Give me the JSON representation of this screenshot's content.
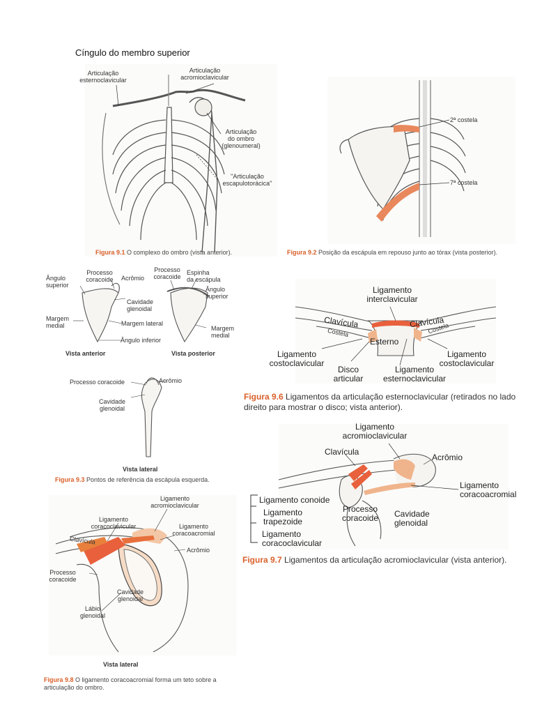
{
  "page_title": "Cíngulo do membro superior",
  "fig91": {
    "labels": {
      "art_esterno": "Articulação\nesternoclavicular",
      "art_acromio": "Articulação\nacromioclavicular",
      "art_ombro": "Articulação\ndo ombro\n(glenoumeral)",
      "art_escapulo": "\"Articulação\nescapulotorácica\""
    },
    "caption_num": "Figura 9.1",
    "caption_text": " O complexo do ombro (vista anterior)."
  },
  "fig92": {
    "labels": {
      "costela2": "2ª costela",
      "costela7": "7ª costela"
    },
    "caption_num": "Figura 9.2",
    "caption_text": " Posição da escápula em repouso junto ao tórax (vista posterior)."
  },
  "fig93": {
    "labels": {
      "angulo_superior": "Ângulo\nsuperior",
      "processo_coracoide": "Processo\ncoracoide",
      "acromio": "Acrômio",
      "processo_coracoide_2": "Processo\ncoracoide",
      "espinha": "Espinha\nda escápula",
      "angulo_superior_2": "Ângulo\nsuperior",
      "cavidade_glenoidal": "Cavidade\nglenoidal",
      "margem_medial": "Margem\nmedial",
      "margem_lateral": "Margem lateral",
      "margem_medial_2": "Margem\nmedial",
      "angulo_inferior": "Ângulo inferior",
      "vista_anterior": "Vista anterior",
      "vista_posterior": "Vista posterior",
      "processo_coracoide_lat": "Processo coracoide",
      "acromio_lat": "Acrômio",
      "cavidade_lat": "Cavidade\nglenoidal",
      "vista_lateral": "Vista lateral"
    },
    "caption_num": "Figura 9.3",
    "caption_text": " Pontos de referência da escápula esquerda."
  },
  "fig96": {
    "labels": {
      "lig_inter": "Ligamento\ninterclavicular",
      "clavicula_l": "Clavícula",
      "clavicula_r": "Clavícula",
      "costela_l": "Costela",
      "costela_r": "Costela",
      "esterno": "Esterno",
      "lig_costo_l": "Ligamento\ncostoclavicular",
      "disco": "Disco\narticular",
      "lig_esterno": "Ligamento\nesternoclavicular",
      "lig_costo_r": "Ligamento\ncostoclavicular"
    },
    "caption_num": "Figura 9.6",
    "caption_text": " Ligamentos da articulação esternoclavicular (retirados no lado direito para mostrar o disco; vista anterior)."
  },
  "fig97": {
    "labels": {
      "lig_acromio": "Ligamento\nacromioclavicular",
      "clavicula": "Clavícula",
      "acromio": "Acrômio",
      "lig_coracoacromial": "Ligamento\ncoracoacromial",
      "lig_conoide": "Ligamento conoide",
      "lig_trapezoide": "Ligamento\ntrapezoide",
      "lig_coracoclavicular": "Ligamento\ncoracoclavicular",
      "processo_coracoide": "Processo\ncoracoide",
      "cavidade_glenoidal": "Cavidade\nglenoidal"
    },
    "caption_num": "Figura 9.7",
    "caption_text": " Ligamentos da articulação acromioclavicular (vista anterior)."
  },
  "fig98": {
    "labels": {
      "lig_acromio": "Ligamento\nacromioclavicular",
      "lig_coracoclav": "Ligamento\ncoracoclavicular",
      "lig_coracoacromial": "Ligamento\ncoracoacromial",
      "clavicula": "Clavícula",
      "acromio": "Acrômio",
      "processo": "Processo\ncoracoide",
      "cavidade": "Cavidade\nglenoidal",
      "labio": "Lábio\nglenoidal",
      "vista_lateral": "Vista lateral"
    },
    "caption_num": "Figura 9.8",
    "caption_text": " O ligamento coracoacromial forma um teto sobre a articulação do ombro."
  },
  "colors": {
    "ligament": "#e8603c",
    "cartilage": "#f0b48c",
    "bone_line": "#444444"
  }
}
